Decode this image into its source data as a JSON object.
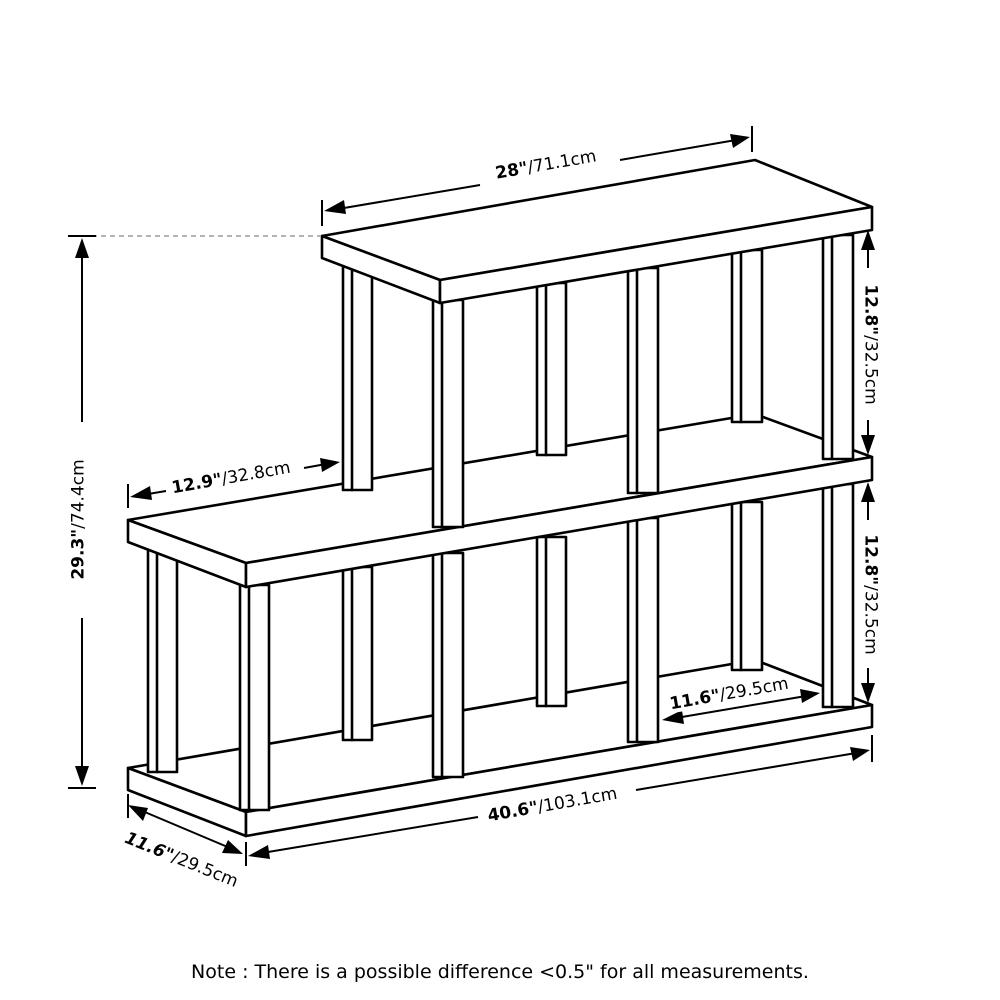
{
  "diagram": {
    "type": "product-dimension-drawing",
    "subject": "3-tier stair-step bookshelf / display shelf",
    "line_color": "#000000",
    "background": "#ffffff",
    "leader_line_color": "#888888"
  },
  "dimensions": {
    "top_width": {
      "inch": "28\"",
      "cm": "/71.1cm"
    },
    "total_height": {
      "inch": "29.3\"",
      "cm": "/74.4cm"
    },
    "upper_tier_height": {
      "inch": "12.8\"",
      "cm": "/32.5cm"
    },
    "lower_tier_height": {
      "inch": "12.8\"",
      "cm": "/32.5cm"
    },
    "step_depth": {
      "inch": "12.9\"",
      "cm": "/32.8cm"
    },
    "inner_depth": {
      "inch": "11.6\"",
      "cm": "/29.5cm"
    },
    "bottom_width": {
      "inch": "40.6\"",
      "cm": "/103.1cm"
    },
    "bottom_depth": {
      "inch": "11.6\"",
      "cm": "/29.5cm"
    }
  },
  "footer": {
    "note": "Note : There is a possible difference <0.5\" for all measurements."
  }
}
